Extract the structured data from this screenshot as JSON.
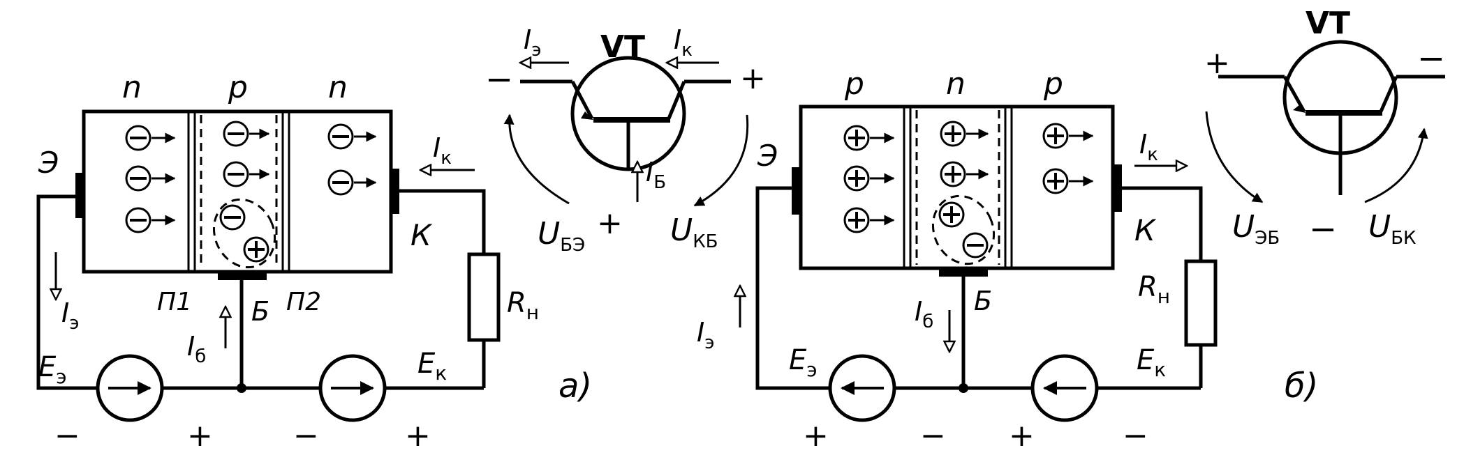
{
  "circuit_a": {
    "region_labels": [
      "n",
      "p",
      "n"
    ],
    "junction_labels": [
      "П1",
      "П2"
    ],
    "emitter_label": "Э",
    "collector_label": "К",
    "base_label": "Б",
    "current_emitter": "I",
    "current_emitter_sub": "э",
    "current_collector": "I",
    "current_collector_sub": "к",
    "current_base": "I",
    "current_base_sub": "б",
    "source_emitter": "E",
    "source_emitter_sub": "э",
    "source_collector": "E",
    "source_collector_sub": "к",
    "load": "R",
    "load_sub": "н",
    "polarity_minus": "−",
    "polarity_plus": "+",
    "carrier_majority": "−",
    "carrier_minority": "+",
    "caption": "а)"
  },
  "symbol_a": {
    "name": "VT",
    "current_emitter": "I",
    "current_emitter_sub": "э",
    "current_collector": "I",
    "current_collector_sub": "к",
    "current_base": "I",
    "current_base_sub": "Б",
    "voltage_be": "U",
    "voltage_be_sub": "БЭ",
    "voltage_kb": "U",
    "voltage_kb_sub": "КБ",
    "sign_left": "−",
    "sign_right": "+",
    "sign_base": "+"
  },
  "circuit_b": {
    "region_labels": [
      "p",
      "n",
      "p"
    ],
    "emitter_label": "Э",
    "collector_label": "К",
    "base_label": "Б",
    "current_emitter": "I",
    "current_emitter_sub": "э",
    "current_collector": "I",
    "current_collector_sub": "к",
    "current_base": "I",
    "current_base_sub": "б",
    "source_emitter": "E",
    "source_emitter_sub": "э",
    "source_collector": "E",
    "source_collector_sub": "к",
    "load": "R",
    "load_sub": "н",
    "polarity_minus": "−",
    "polarity_plus": "+",
    "carrier_majority": "+",
    "carrier_minority": "−",
    "caption": "б)"
  },
  "symbol_b": {
    "name": "VT",
    "voltage_eb": "U",
    "voltage_eb_sub": "ЭБ",
    "voltage_bk": "U",
    "voltage_bk_sub": "БК",
    "sign_left": "+",
    "sign_right": "−",
    "sign_base": "−"
  }
}
